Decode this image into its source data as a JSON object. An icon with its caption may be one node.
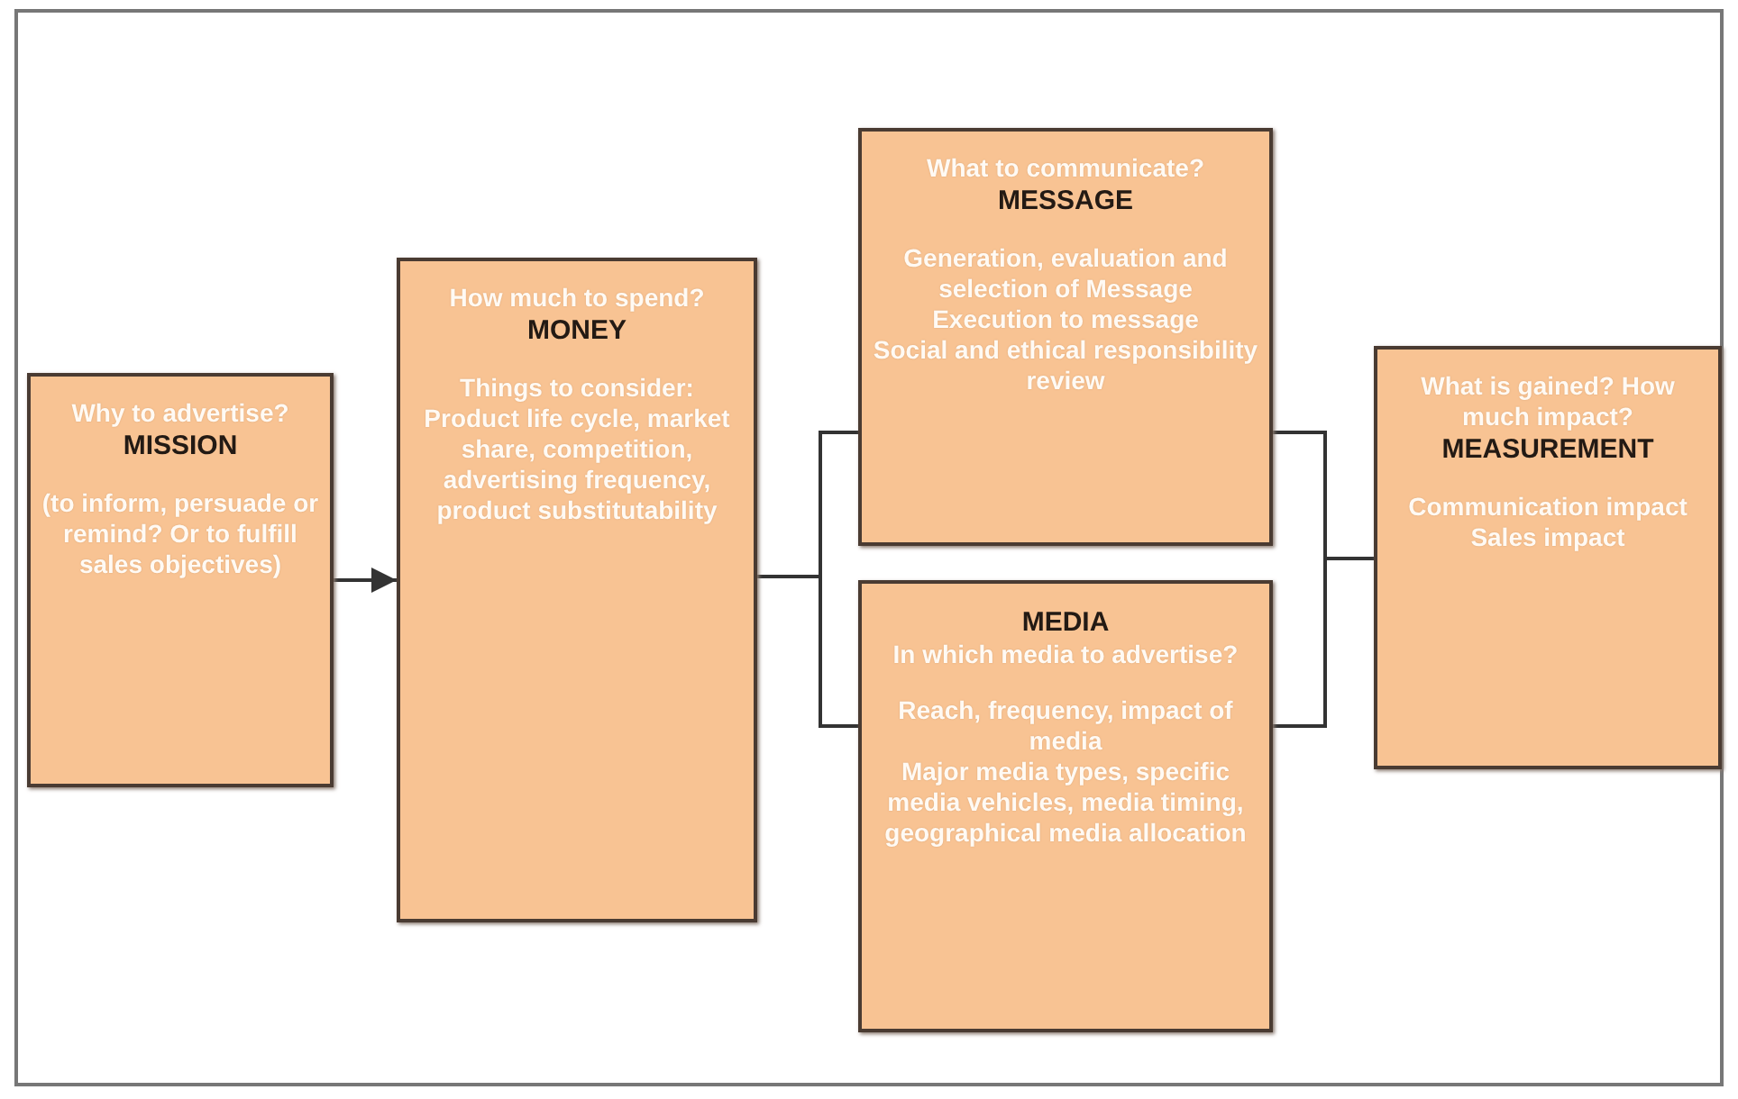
{
  "diagram": {
    "nodes": [
      {
        "text": [
          "Why to advertise?",
          "MISSION",
          "(to inform, persuade or remind? Or to fulfill sales objectives)"
        ]
      },
      {
        "text": [
          "How much to spend?",
          "MONEY",
          "Things to consider: Product life cycle, market share, competition, advertising frequency, product substitutability"
        ]
      },
      {
        "text": [
          "What to communicate?",
          "MESSAGE",
          "Generation, evaluation and selection of Message",
          "Execution to message",
          "Social and ethical responsibility review"
        ]
      },
      {
        "text": [
          "MEDIA",
          "In which media to advertise?",
          "Reach, frequency, impact of media",
          "Major media types, specific media vehicles, media timing, geographical media allocation"
        ]
      },
      {
        "text": [
          "What is gained? How much impact?",
          "MEASUREMENT",
          "Communication impact",
          "Sales impact"
        ]
      }
    ],
    "edges": [
      {
        "from": 0,
        "to": 1,
        "arrow": "to"
      },
      {
        "from": 1,
        "to": 2,
        "arrow": "none"
      },
      {
        "from": 1,
        "to": 3,
        "arrow": "none"
      },
      {
        "from": 2,
        "to": 4,
        "arrow": "none"
      },
      {
        "from": 3,
        "to": 4,
        "arrow": "none"
      }
    ]
  }
}
